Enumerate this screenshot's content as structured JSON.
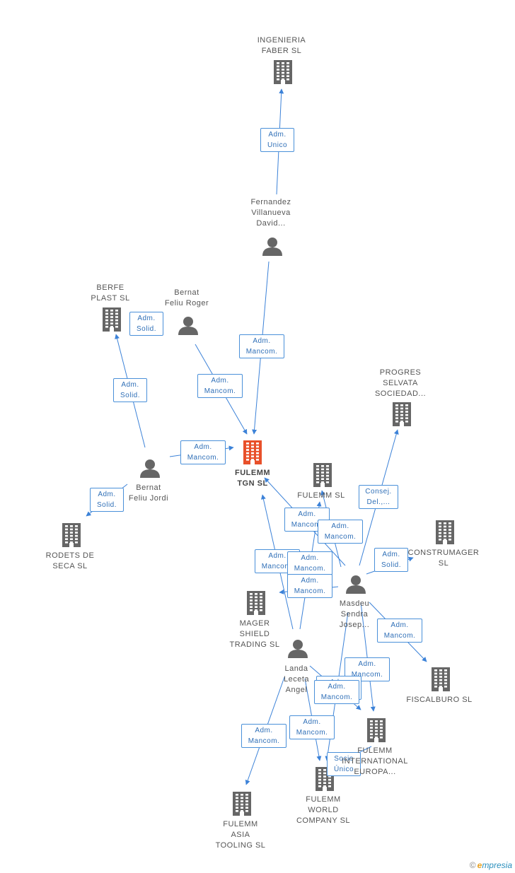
{
  "colors": {
    "edge": "#3c82d8",
    "building": "#666666",
    "focus": "#e8502a",
    "person": "#666666",
    "labelBorder": "#4a90d9"
  },
  "nodes": {
    "ingenieria_faber": {
      "label": "INGENIERIA\nFABER SL",
      "kind": "company",
      "icon": "building-icon"
    },
    "fernandez": {
      "label": "Fernandez\nVillanueva\nDavid...",
      "kind": "person",
      "icon": "person-icon"
    },
    "berfe_plast": {
      "label": "BERFE\nPLAST SL",
      "kind": "company",
      "icon": "building-icon"
    },
    "bernat_roger": {
      "label": "Bernat\nFeliu Roger",
      "kind": "person",
      "icon": "person-icon"
    },
    "progres_selvata": {
      "label": "PROGRES\nSELVATA\nSOCIEDAD...",
      "kind": "company",
      "icon": "building-icon"
    },
    "fulemm_tgn": {
      "label": "FULEMM\nTGN SL",
      "kind": "focus",
      "icon": "building-icon"
    },
    "bernat_jordi": {
      "label": "Bernat\nFeliu Jordi",
      "kind": "person",
      "icon": "person-icon"
    },
    "fulemm_sl": {
      "label": "FULEMM SL",
      "kind": "company",
      "icon": "building-icon"
    },
    "rodets_seca": {
      "label": "RODETS DE\nSECA SL",
      "kind": "company",
      "icon": "building-icon"
    },
    "construmager": {
      "label": "CONSTRUMAGER\nSL",
      "kind": "company",
      "icon": "building-icon"
    },
    "mager_shield": {
      "label": "MAGER\nSHIELD\nTRADING  SL",
      "kind": "company",
      "icon": "building-icon"
    },
    "masdeu": {
      "label": "Masdeu\nSendra\nJosep...",
      "kind": "person",
      "icon": "person-icon"
    },
    "landa": {
      "label": "Landa\nLeceta\nAngel",
      "kind": "person",
      "icon": "person-icon"
    },
    "fiscalburo": {
      "label": "FISCALBURO SL",
      "kind": "company",
      "icon": "building-icon"
    },
    "fulemm_intl": {
      "label": "FULEMM\nINTERNATIONAL\nEUROPA...",
      "kind": "company",
      "icon": "building-icon"
    },
    "fulemm_world": {
      "label": "FULEMM\nWORLD\nCOMPANY  SL",
      "kind": "company",
      "icon": "building-icon"
    },
    "fulemm_asia": {
      "label": "FULEMM\nASIA\nTOOLING  SL",
      "kind": "company",
      "icon": "building-icon"
    }
  },
  "edges": [
    {
      "from": "fernandez",
      "to": "ingenieria_faber",
      "label": "Adm.\nUnico"
    },
    {
      "from": "fernandez",
      "to": "fulemm_tgn",
      "label": "Adm.\nMancom."
    },
    {
      "from": "bernat_roger",
      "to": "fulemm_tgn",
      "label": "Adm.\nMancom."
    },
    {
      "from": "bernat_jordi",
      "to": "berfe_plast",
      "label": "Adm.\nSolid."
    },
    {
      "from": "bernat_roger",
      "to": "berfe_plast",
      "label": "Adm.\nSolid."
    },
    {
      "from": "bernat_jordi",
      "to": "fulemm_tgn",
      "label": "Adm.\nMancom."
    },
    {
      "from": "bernat_jordi",
      "to": "rodets_seca",
      "label": "Adm.\nSolid."
    },
    {
      "from": "masdeu",
      "to": "progres_selvata",
      "label": "Consej.\nDel.,..."
    },
    {
      "from": "masdeu",
      "to": "fulemm_tgn",
      "label": "Adm.\nMancom."
    },
    {
      "from": "masdeu",
      "to": "fulemm_sl",
      "label": "Adm.\nMancom."
    },
    {
      "from": "masdeu",
      "to": "construmager",
      "label": "Adm.\nSolid."
    },
    {
      "from": "landa",
      "to": "fulemm_tgn",
      "label": "Adm.\nMancom."
    },
    {
      "from": "landa",
      "to": "fulemm_sl",
      "label": "Adm.\nMancom."
    },
    {
      "from": "masdeu",
      "to": "mager_shield",
      "label": "Adm.\nMancom."
    },
    {
      "from": "masdeu",
      "to": "fiscalburo",
      "label": "Adm.\nMancom."
    },
    {
      "from": "masdeu",
      "to": "fulemm_intl",
      "label": "Adm.\nMancom."
    },
    {
      "from": "landa",
      "to": "fulemm_intl",
      "label": "Adm.\nMancom."
    },
    {
      "from": "masdeu",
      "to": "fulemm_world",
      "label": "Adm.\nMancom."
    },
    {
      "from": "landa",
      "to": "fulemm_world",
      "label": "Adm.\nMancom."
    },
    {
      "from": "fulemm_intl",
      "to": "fulemm_world",
      "label": "Socio\nÚnico"
    },
    {
      "from": "landa",
      "to": "fulemm_asia",
      "label": "Adm.\nMancom."
    }
  ],
  "footer": {
    "copyright": "©",
    "brand_initial": "e",
    "brand_rest": "mpresia"
  }
}
